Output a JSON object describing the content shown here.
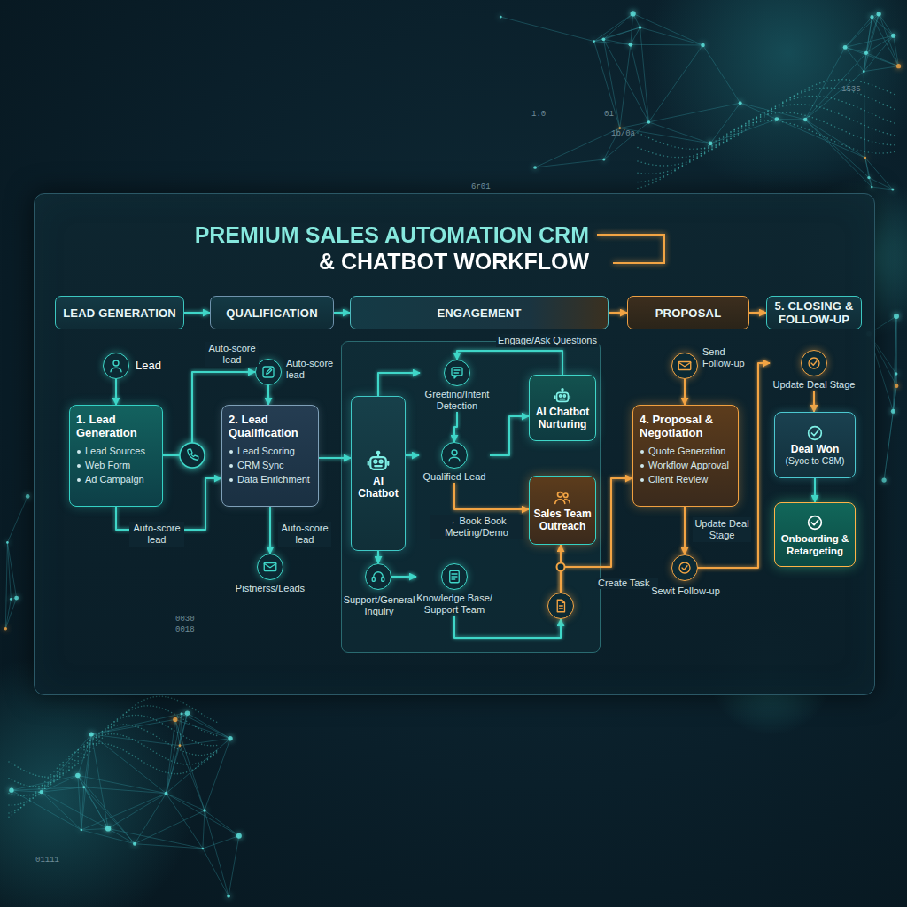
{
  "diagram": {
    "title": "PREMIUM SALES AUTOMATION CRM & CHATBOT WORKFLOW",
    "nodes": [
      {
        "text": [
          "LEAD GENERATION"
        ]
      },
      {
        "text": [
          "QUALIFICATION"
        ]
      },
      {
        "text": [
          "ENGAGEMENT"
        ]
      },
      {
        "text": [
          "PROPOSAL"
        ]
      },
      {
        "text": [
          "5. CLOSING & FOLLOW-UP"
        ]
      },
      {
        "text": [
          "Lead"
        ]
      },
      {
        "text": [
          "1. Lead Generation",
          "Lead Sources",
          "Web Form",
          "Ad Campaign"
        ]
      },
      {
        "text": [
          "Auto-score lead"
        ]
      },
      {
        "text": [
          "2. Lead Qualification",
          "Lead Scoring",
          "CRM Sync",
          "Data Enrichment"
        ]
      },
      {
        "text": [
          "Pistnerss/Leads"
        ]
      },
      {
        "text": [
          "AI Chatbot"
        ]
      },
      {
        "text": [
          "Greeting/Intent Detection"
        ]
      },
      {
        "text": [
          "Qualified Lead"
        ]
      },
      {
        "text": [
          "AI Chatbot Nurturing"
        ]
      },
      {
        "text": [
          "Sales Team Outreach"
        ]
      },
      {
        "text": [
          "Support/General Inquiry"
        ]
      },
      {
        "text": [
          "Knowledge Base/ Support Team"
        ]
      },
      {
        "text": [
          "Create Task"
        ]
      },
      {
        "text": [
          "Send Follow-up"
        ]
      },
      {
        "text": [
          "4. Proposal & Negotiation",
          "Quote Generation",
          "Workflow Approval",
          "Client Review"
        ]
      },
      {
        "text": [
          "Sewit Follow-up"
        ]
      },
      {
        "text": [
          "Update Deal Stage"
        ]
      },
      {
        "text": [
          "Deal Won",
          "(Syoc to C8M)"
        ]
      },
      {
        "text": [
          "Onboarding & Retargeting"
        ]
      }
    ],
    "edges": [
      {
        "from": 0,
        "to": 1,
        "arrow": "to"
      },
      {
        "from": 1,
        "to": 2,
        "arrow": "to"
      },
      {
        "from": 2,
        "to": 3,
        "arrow": "to"
      },
      {
        "from": 3,
        "to": 4,
        "arrow": "to"
      },
      {
        "from": 5,
        "to": 6,
        "arrow": "to"
      },
      {
        "from": 6,
        "to": 7,
        "label": "Auto-score lead",
        "arrow": "to"
      },
      {
        "from": 6,
        "to": 8,
        "label": "Auto-score lead",
        "arrow": "to"
      },
      {
        "from": 7,
        "to": 8,
        "arrow": "to"
      },
      {
        "from": 8,
        "to": 9,
        "label": "Auto-score lead",
        "arrow": "to"
      },
      {
        "from": 8,
        "to": 10,
        "arrow": "to"
      },
      {
        "from": 10,
        "to": 11,
        "arrow": "to"
      },
      {
        "from": 10,
        "to": 12,
        "arrow": "to"
      },
      {
        "from": 10,
        "to": 15,
        "arrow": "to"
      },
      {
        "from": 11,
        "to": 12,
        "arrow": "to"
      },
      {
        "from": 12,
        "to": 13,
        "arrow": "to"
      },
      {
        "from": 13,
        "to": 11,
        "label": "Engage/Ask Questions",
        "arrow": "to"
      },
      {
        "from": 12,
        "to": 14,
        "label": "→ Book Book Meeting/Demo",
        "arrow": "to"
      },
      {
        "from": 15,
        "to": 16,
        "arrow": "to"
      },
      {
        "from": 16,
        "to": 17,
        "arrow": "to"
      },
      {
        "from": 17,
        "to": 14,
        "arrow": "to"
      },
      {
        "from": 17,
        "to": 19,
        "arrow": "to"
      },
      {
        "from": 18,
        "to": 19,
        "arrow": "to"
      },
      {
        "from": 19,
        "to": 20,
        "label": "Update Deal Stage",
        "arrow": "to"
      },
      {
        "from": 20,
        "to": 21,
        "arrow": "to"
      },
      {
        "from": 21,
        "to": 22,
        "arrow": "to"
      },
      {
        "from": 22,
        "to": 23,
        "arrow": "to"
      }
    ],
    "labels": [
      "1535",
      "1.0",
      "01",
      "1b/0a",
      "6r01",
      "0030",
      "0018",
      "01111"
    ]
  }
}
